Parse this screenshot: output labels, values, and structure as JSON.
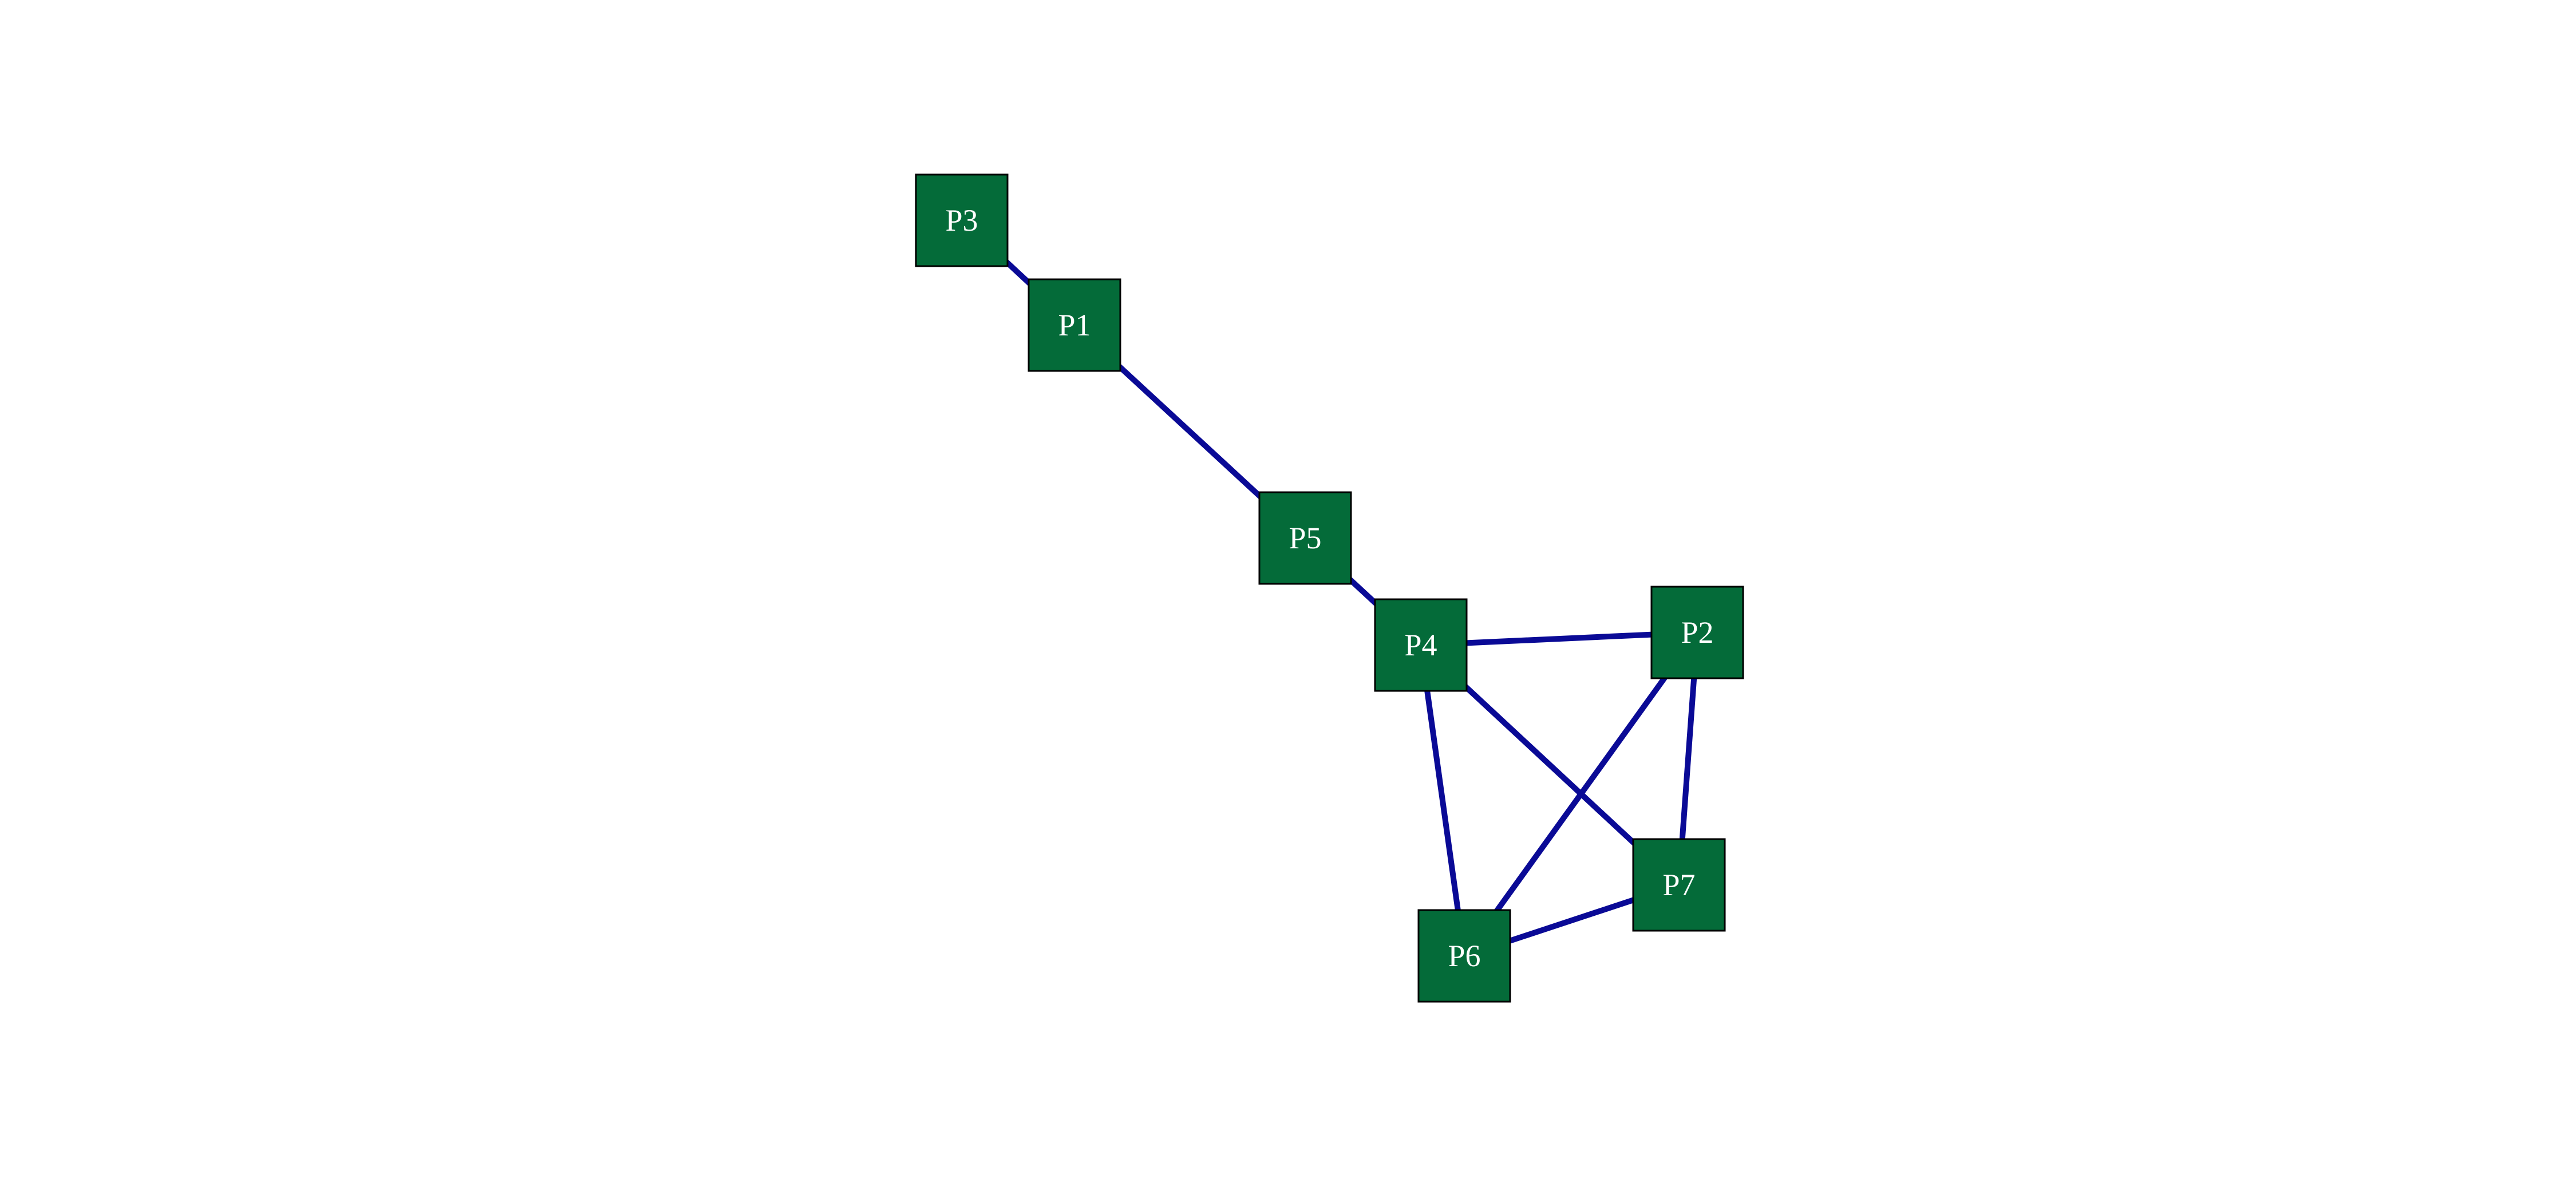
{
  "diagram": {
    "type": "network-graph",
    "colors": {
      "node_fill": "#046b39",
      "node_border": "#000000",
      "node_text": "#ffffff",
      "edge": "#0a0a96",
      "background": "#ffffff"
    },
    "nodes": [
      {
        "id": "P3",
        "label": "P3"
      },
      {
        "id": "P1",
        "label": "P1"
      },
      {
        "id": "P5",
        "label": "P5"
      },
      {
        "id": "P4",
        "label": "P4"
      },
      {
        "id": "P2",
        "label": "P2"
      },
      {
        "id": "P7",
        "label": "P7"
      },
      {
        "id": "P6",
        "label": "P6"
      }
    ],
    "edges": [
      {
        "from": "P3",
        "to": "P1"
      },
      {
        "from": "P1",
        "to": "P5"
      },
      {
        "from": "P5",
        "to": "P4"
      },
      {
        "from": "P4",
        "to": "P2"
      },
      {
        "from": "P4",
        "to": "P7"
      },
      {
        "from": "P4",
        "to": "P6"
      },
      {
        "from": "P2",
        "to": "P7"
      },
      {
        "from": "P2",
        "to": "P6"
      },
      {
        "from": "P6",
        "to": "P7"
      }
    ]
  }
}
